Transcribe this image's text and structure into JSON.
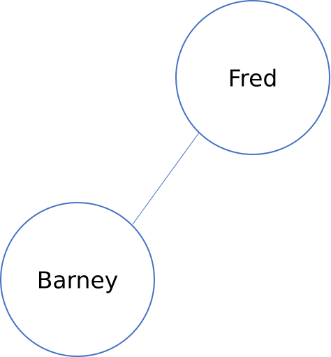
{
  "colors": {
    "outline": "#4472C4",
    "connector": "#4472C4",
    "fill": "#FFFFFF",
    "text": "#000000"
  },
  "nodes": [
    {
      "id": "fred",
      "label": "Fred"
    },
    {
      "id": "barney",
      "label": "Barney"
    }
  ],
  "edges": [
    {
      "from": "fred",
      "to": "barney"
    }
  ]
}
